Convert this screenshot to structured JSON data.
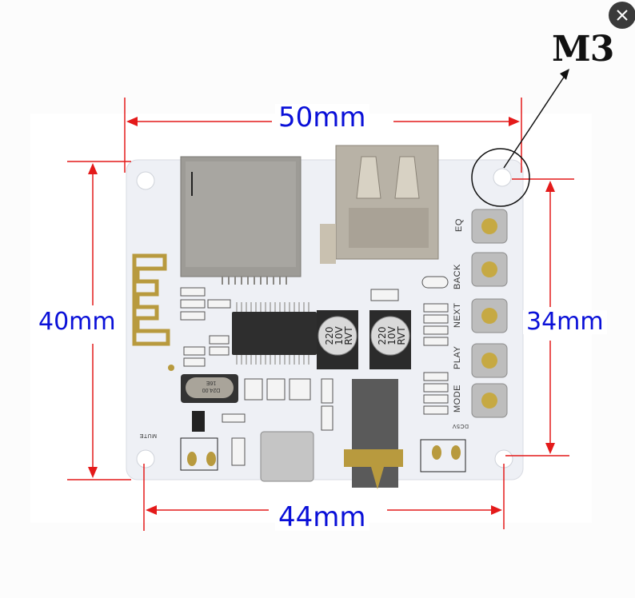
{
  "window": {
    "close_button": {
      "icon": "close-icon",
      "label": "×"
    }
  },
  "annotations": {
    "width_total": "50mm",
    "height_total": "40mm",
    "hole_spacing_vertical": "34mm",
    "hole_spacing_horizontal": "44mm",
    "mount_hole": "M3",
    "colors": {
      "dimension_line": "#e41a1a",
      "dimension_text": "#0a10d8",
      "pointer_arrow": "#111111"
    }
  },
  "board": {
    "buttons": [
      "EQ",
      "BACK",
      "NEXT",
      "PLAY",
      "MODE"
    ],
    "capacitors": [
      {
        "value": "220",
        "voltage": "10V",
        "brand": "RVT"
      },
      {
        "value": "220",
        "voltage": "10V",
        "brand": "RVT"
      }
    ],
    "crystal": {
      "line1": "D24.00",
      "line2": "16E"
    },
    "silkscreen": {
      "power_label": "DC5V",
      "mute_label": "MUTE"
    }
  }
}
